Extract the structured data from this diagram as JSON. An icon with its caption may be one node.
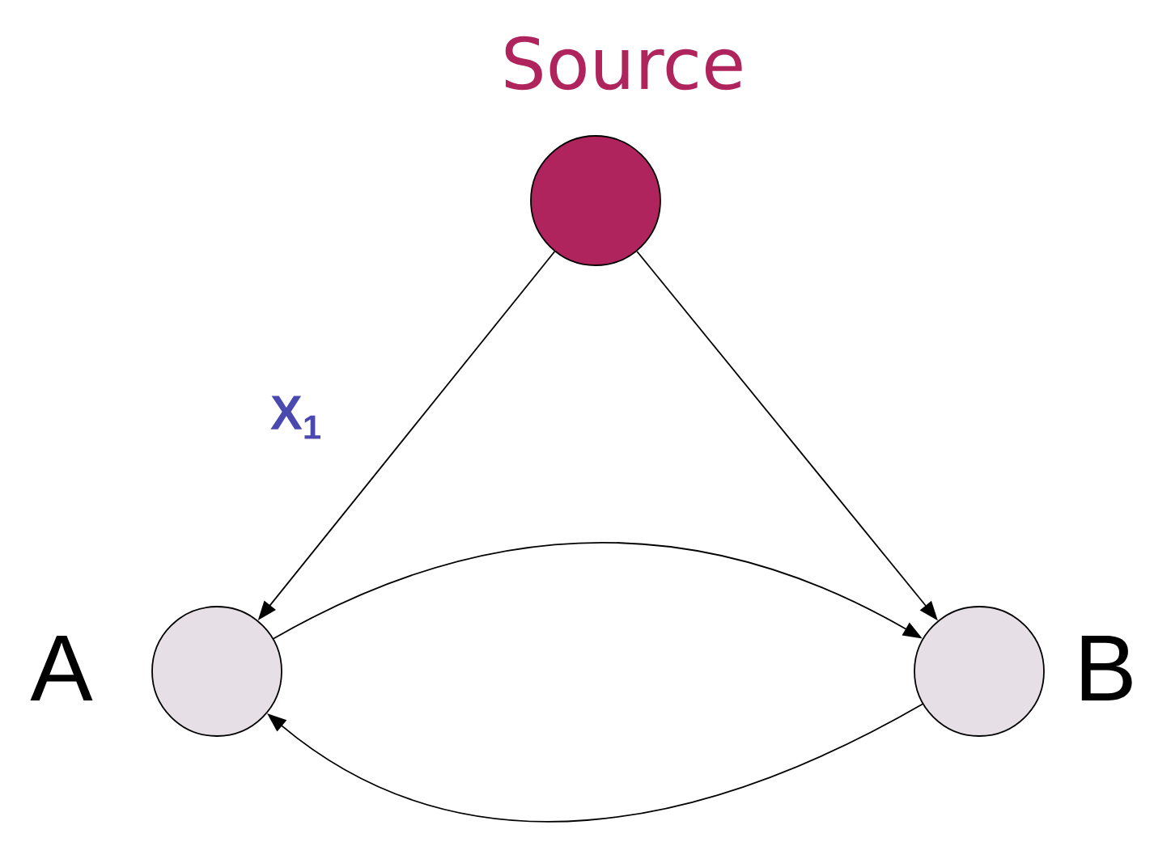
{
  "diagram": {
    "nodes": [
      {
        "text": [
          "Source"
        ]
      },
      {
        "text": [
          "A"
        ]
      },
      {
        "text": [
          "B"
        ]
      }
    ],
    "edges": [
      {
        "from": 0,
        "to": 1,
        "arrow": "to",
        "label": "X$_{1}$"
      },
      {
        "from": 0,
        "to": 2,
        "arrow": "to"
      },
      {
        "from": 1,
        "to": 2,
        "arrow": "to"
      },
      {
        "from": 2,
        "to": 1,
        "arrow": "to"
      }
    ]
  }
}
